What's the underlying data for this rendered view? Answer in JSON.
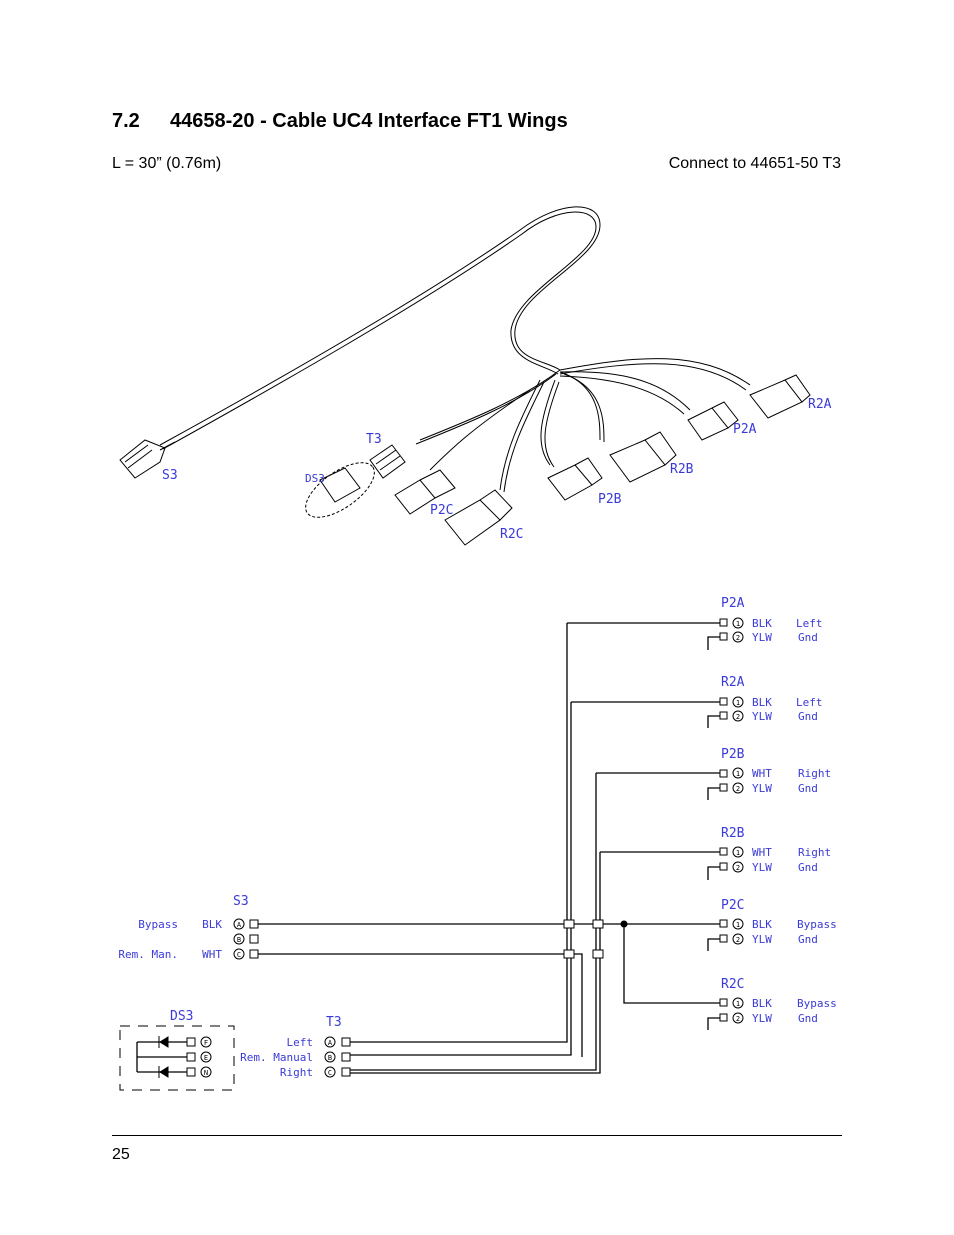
{
  "header": {
    "section_number": "7.2",
    "section_title": "44658-20 - Cable UC4 Interface FT1 Wings"
  },
  "specs": {
    "length": "L = 30” (0.76m)",
    "connect_to": "Connect to 44651-50 T3"
  },
  "illustration": {
    "labels": {
      "s3": "S3",
      "t3": "T3",
      "ds3": "DS3",
      "p2c": "P2C",
      "r2c": "R2C",
      "p2b": "P2B",
      "r2b": "R2B",
      "p2a": "P2A",
      "r2a": "R2A"
    }
  },
  "schematic": {
    "right_connectors": [
      {
        "name": "P2A",
        "pins": [
          {
            "pin": "1",
            "wire": "BLK",
            "signal": "Left"
          },
          {
            "pin": "2",
            "wire": "YLW",
            "signal": "Gnd"
          }
        ]
      },
      {
        "name": "R2A",
        "pins": [
          {
            "pin": "1",
            "wire": "BLK",
            "signal": "Left"
          },
          {
            "pin": "2",
            "wire": "YLW",
            "signal": "Gnd"
          }
        ]
      },
      {
        "name": "P2B",
        "pins": [
          {
            "pin": "1",
            "wire": "WHT",
            "signal": "Right"
          },
          {
            "pin": "2",
            "wire": "YLW",
            "signal": "Gnd"
          }
        ]
      },
      {
        "name": "R2B",
        "pins": [
          {
            "pin": "1",
            "wire": "WHT",
            "signal": "Right"
          },
          {
            "pin": "2",
            "wire": "YLW",
            "signal": "Gnd"
          }
        ]
      },
      {
        "name": "P2C",
        "pins": [
          {
            "pin": "1",
            "wire": "BLK",
            "signal": "Bypass"
          },
          {
            "pin": "2",
            "wire": "YLW",
            "signal": "Gnd"
          }
        ]
      },
      {
        "name": "R2C",
        "pins": [
          {
            "pin": "1",
            "wire": "BLK",
            "signal": "Bypass"
          },
          {
            "pin": "2",
            "wire": "YLW",
            "signal": "Gnd"
          }
        ]
      }
    ],
    "s3": {
      "name": "S3",
      "pins": [
        {
          "pin": "A",
          "signal": "Bypass",
          "wire": "BLK"
        },
        {
          "pin": "B",
          "signal": "",
          "wire": ""
        },
        {
          "pin": "C",
          "signal": "Rem. Man.",
          "wire": "WHT"
        }
      ]
    },
    "t3": {
      "name": "T3",
      "pins": [
        {
          "pin": "A",
          "signal": "Left"
        },
        {
          "pin": "B",
          "signal": "Rem. Manual"
        },
        {
          "pin": "C",
          "signal": "Right"
        }
      ]
    },
    "ds3": {
      "name": "DS3",
      "pins": [
        "F",
        "E",
        "N"
      ]
    }
  },
  "footer": {
    "page_number": "25"
  },
  "colors": {
    "label_blue": "#3a3ad8",
    "wire": "#000000"
  }
}
